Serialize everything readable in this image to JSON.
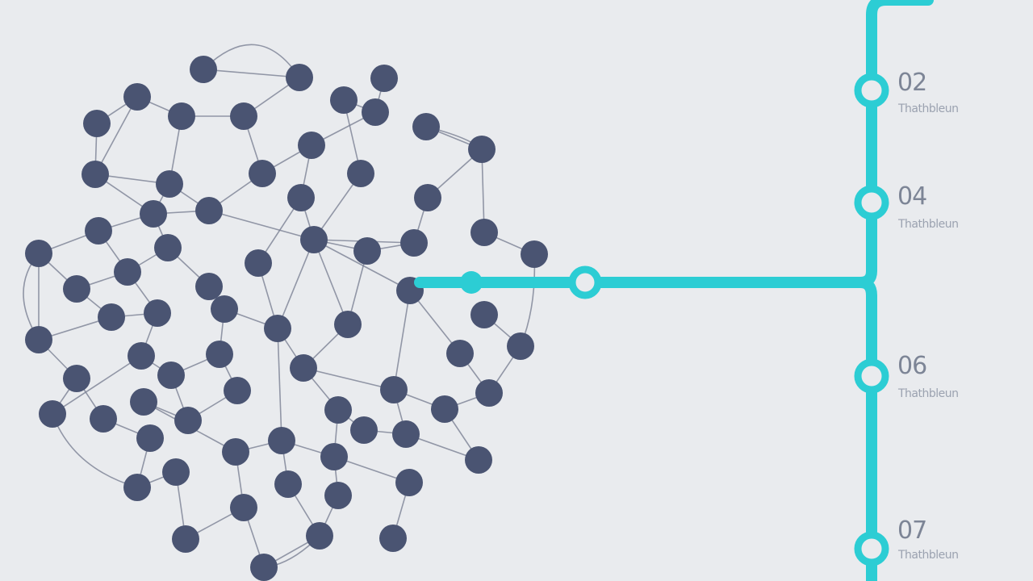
{
  "colors": {
    "background": "#e9ebee",
    "node": "#4a5472",
    "edge": "#7b8194",
    "accent": "#2ccdd4",
    "number_text": "#7d8596",
    "label_text": "#9ba2b0"
  },
  "steps": [
    {
      "number": "02",
      "label": "Thathbleun"
    },
    {
      "number": "04",
      "label": "Thathbleun"
    },
    {
      "number": "06",
      "label": "Thathbleun"
    },
    {
      "number": "07",
      "label": "Thathbleun"
    }
  ]
}
